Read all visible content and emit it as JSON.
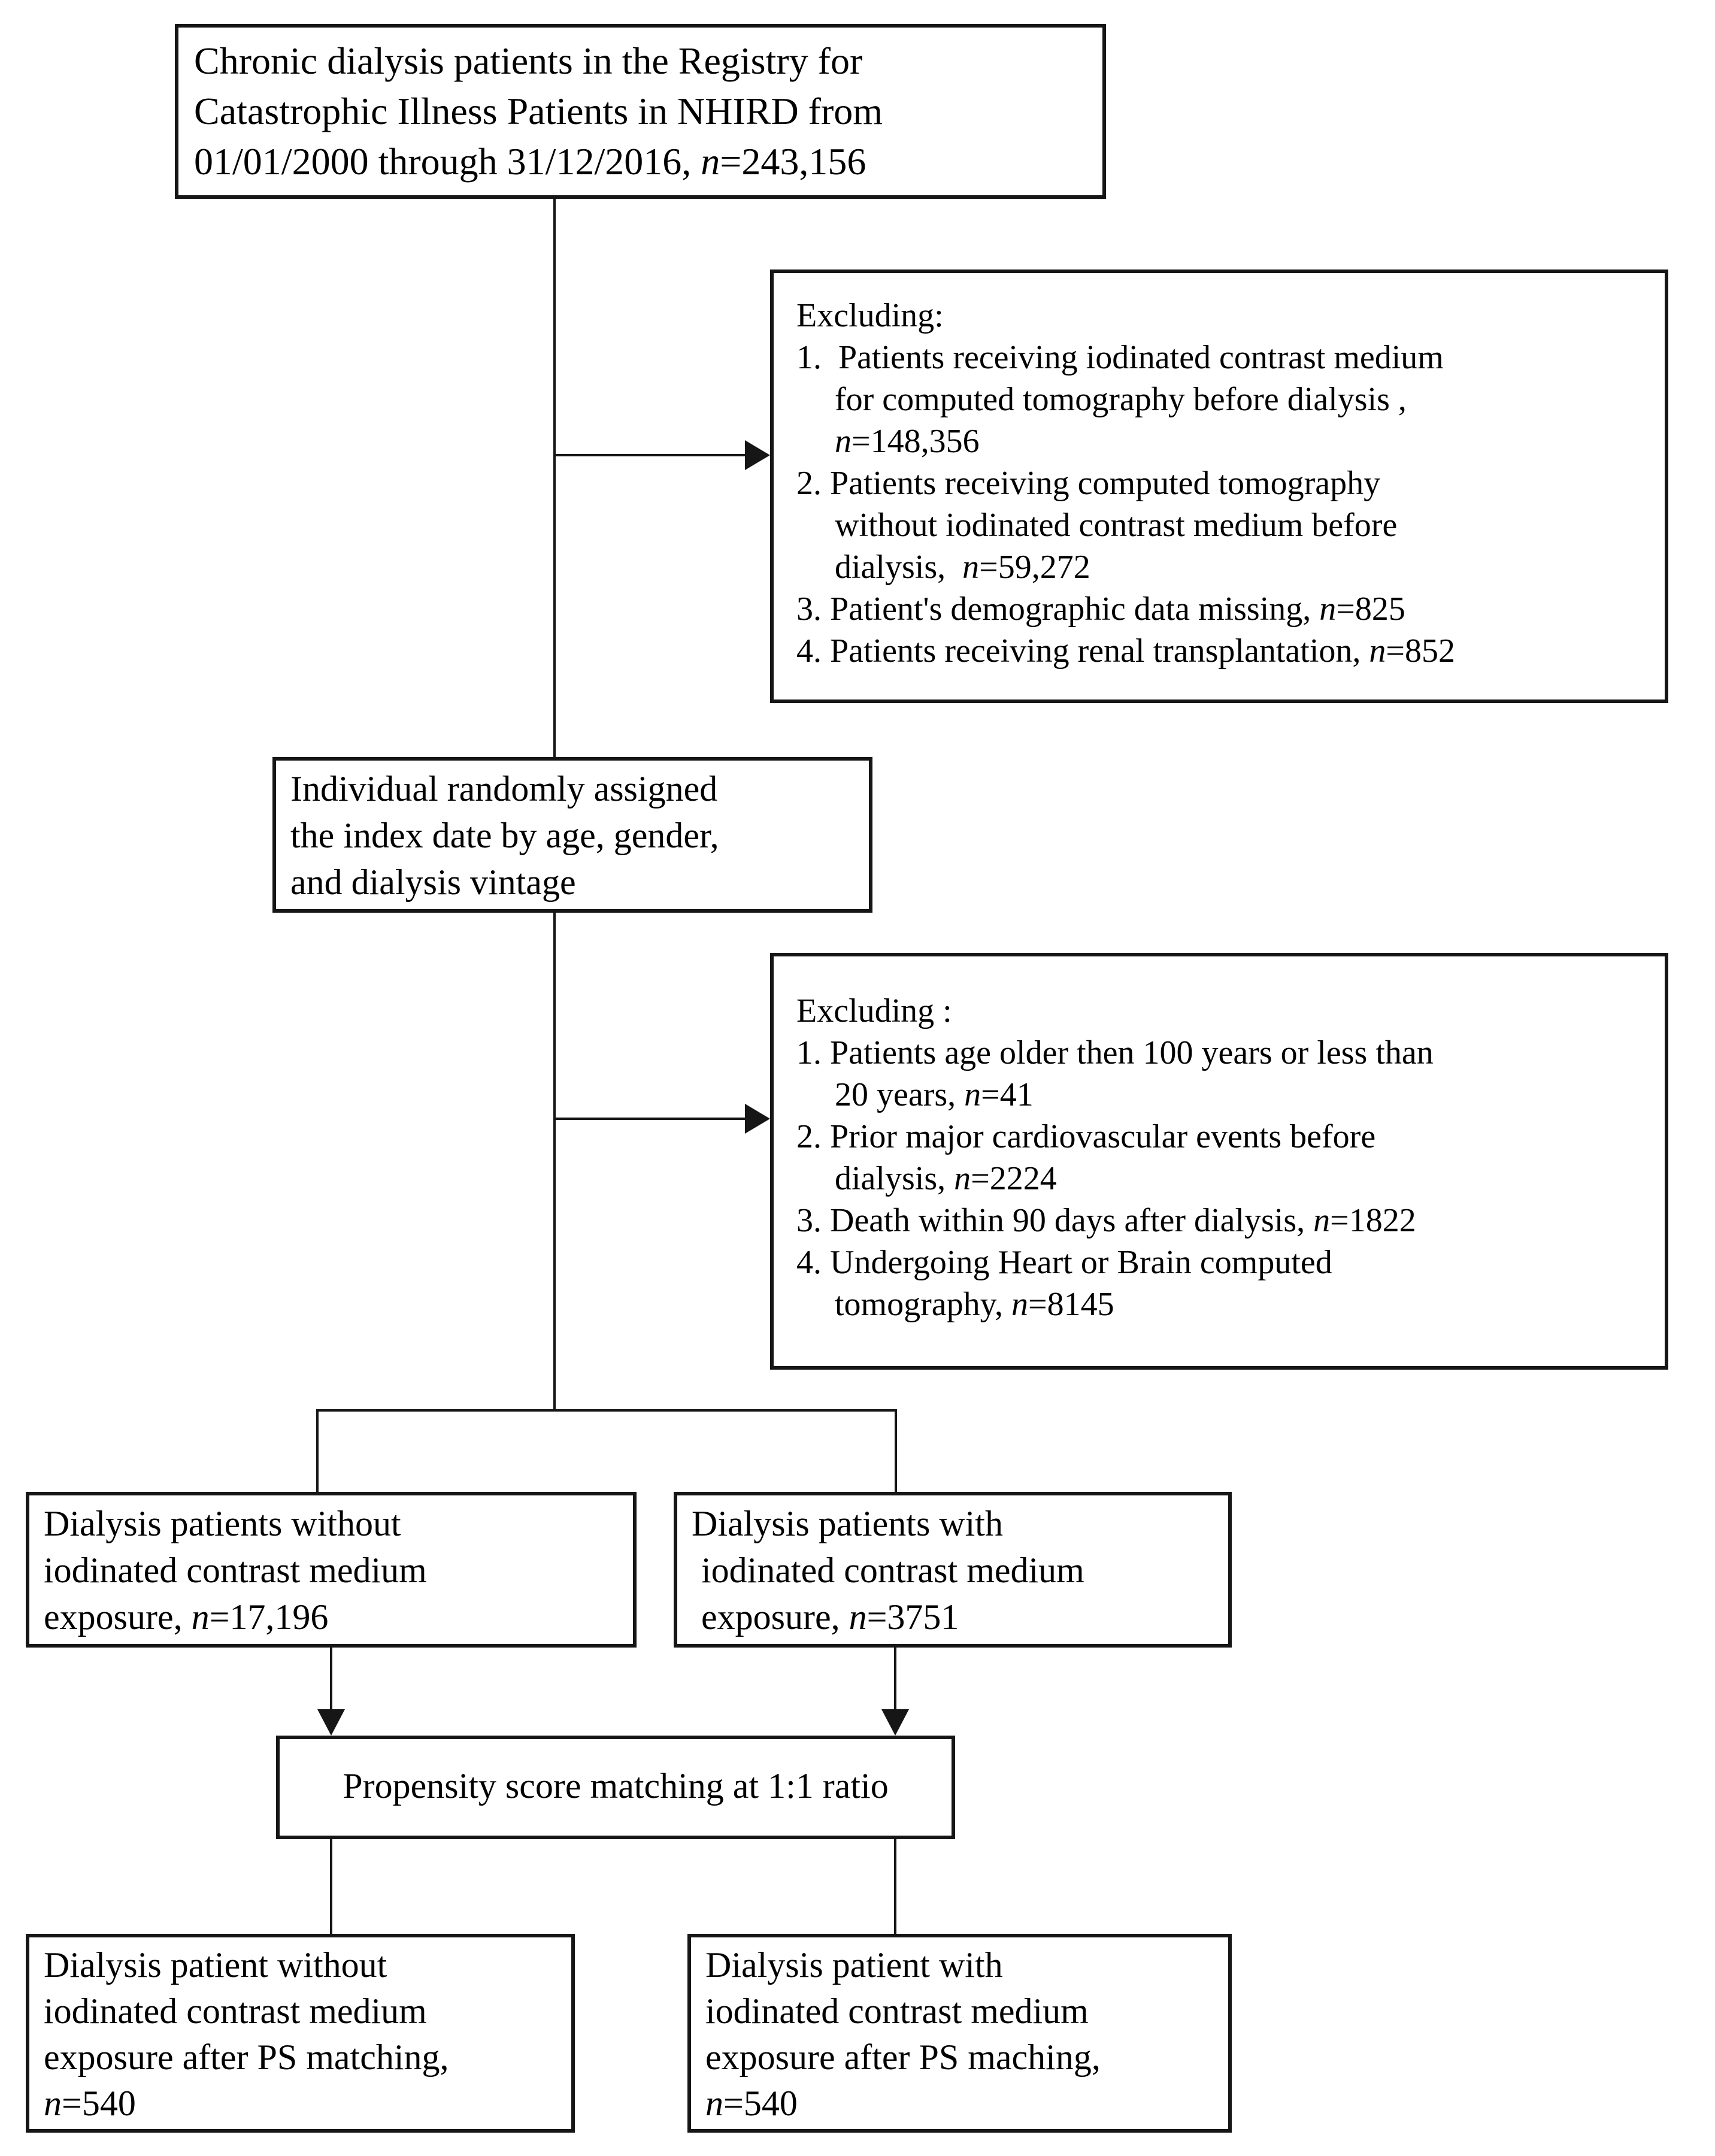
{
  "diagram": {
    "type": "flowchart",
    "colors": {
      "background": "#ffffff",
      "box_fill": "#ffffff",
      "box_border": "#161616",
      "connector": "#161616",
      "text": "#000000"
    },
    "boxes": {
      "registry": {
        "lines": [
          {
            "text": "Chronic dialysis patients in the Registry for",
            "indent": 0
          },
          {
            "text": "Catastrophic Illness Patients in NHIRD from",
            "indent": 0
          },
          {
            "text": "01/01/2000 through 31/12/2016, *n*=243,156",
            "indent": 0
          }
        ]
      },
      "exclusion1": {
        "lines": [
          {
            "text": "Excluding:",
            "indent": 0
          },
          {
            "text": "1.  Patients receiving iodinated contrast medium",
            "indent": 0
          },
          {
            "text": "for computed tomography before dialysis ,",
            "indent": 1
          },
          {
            "text": "*n*=148,356",
            "indent": 1
          },
          {
            "text": "2. Patients receiving computed tomography",
            "indent": 0
          },
          {
            "text": "without iodinated contrast medium before",
            "indent": 1
          },
          {
            "text": "dialysis,  *n*=59,272",
            "indent": 1
          },
          {
            "text": "3. Patient's demographic data missing, *n*=825",
            "indent": 0
          },
          {
            "text": "4. Patients receiving renal transplantation, *n*=852",
            "indent": 0
          }
        ]
      },
      "index_date": {
        "lines": [
          {
            "text": "Individual randomly assigned",
            "indent": 0
          },
          {
            "text": "the index date by age, gender,",
            "indent": 0
          },
          {
            "text": "and dialysis vintage",
            "indent": 0
          }
        ]
      },
      "exclusion2": {
        "lines": [
          {
            "text": "Excluding :",
            "indent": 0
          },
          {
            "text": "1. Patients age older then 100 years or less than",
            "indent": 0
          },
          {
            "text": "20 years, *n*=41",
            "indent": 1
          },
          {
            "text": "2. Prior major cardiovascular events before",
            "indent": 0
          },
          {
            "text": "dialysis, *n*=2224",
            "indent": 1
          },
          {
            "text": "3. Death within 90 days after dialysis, *n*=1822",
            "indent": 0
          },
          {
            "text": "4. Undergoing Heart or Brain computed",
            "indent": 0
          },
          {
            "text": "tomography, *n*=8145",
            "indent": 1
          }
        ]
      },
      "without_icm": {
        "lines": [
          {
            "text": "Dialysis patients without",
            "indent": 0
          },
          {
            "text": "iodinated contrast medium",
            "indent": 0
          },
          {
            "text": "exposure, *n*=17,196",
            "indent": 0
          }
        ]
      },
      "with_icm": {
        "lines": [
          {
            "text": "Dialysis patients with",
            "indent": 0
          },
          {
            "text": "iodinated contrast medium",
            "indent": 2
          },
          {
            "text": "exposure, *n*=3751",
            "indent": 2
          }
        ]
      },
      "ps_matching": {
        "lines": [
          {
            "text": "Propensity score matching at 1:1 ratio",
            "indent": 0
          }
        ]
      },
      "without_icm_ps": {
        "lines": [
          {
            "text": "Dialysis patient without",
            "indent": 0
          },
          {
            "text": "iodinated contrast medium",
            "indent": 0
          },
          {
            "text": "exposure after PS matching,",
            "indent": 0
          },
          {
            "text": "*n*=540",
            "indent": 0
          }
        ]
      },
      "with_icm_ps": {
        "lines": [
          {
            "text": "Dialysis patient with",
            "indent": 0
          },
          {
            "text": "iodinated contrast medium",
            "indent": 0
          },
          {
            "text": "exposure after PS maching,",
            "indent": 0
          },
          {
            "text": "*n*=540",
            "indent": 0
          }
        ]
      }
    }
  }
}
